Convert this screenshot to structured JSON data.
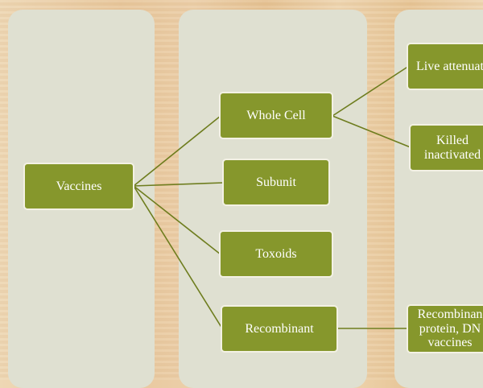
{
  "diagram": {
    "root": {
      "label": "Vaccines"
    },
    "types": [
      {
        "id": "whole-cell",
        "label": "Whole Cell"
      },
      {
        "id": "subunit",
        "label": "Subunit"
      },
      {
        "id": "toxoids",
        "label": "Toxoids"
      },
      {
        "id": "recombinant",
        "label": "Recombinant"
      }
    ],
    "subtypes": [
      {
        "id": "live",
        "parent": "whole-cell",
        "label": "Live attenuat"
      },
      {
        "id": "killed",
        "parent": "whole-cell",
        "label": "Killed\ninactivated"
      },
      {
        "id": "recomb-dna",
        "parent": "recombinant",
        "label": "Recombinan\nprotein,  DN\nvaccines"
      }
    ]
  },
  "colors": {
    "node_fill": "#86972c",
    "node_border": "#f3f1e4",
    "connector": "#6e7d1e",
    "column_panel": "#dfe0d1"
  }
}
